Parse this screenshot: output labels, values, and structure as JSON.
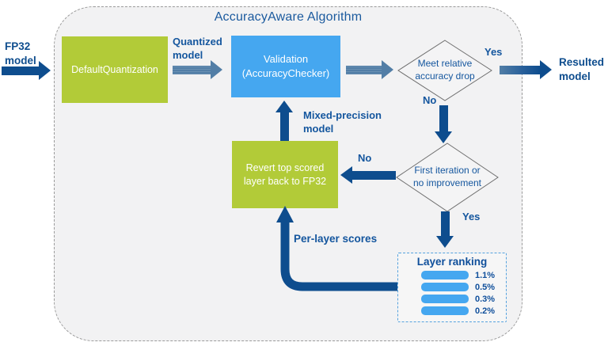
{
  "title": "AccuracyAware Algorithm",
  "io": {
    "fp32_model": {
      "line1": "FP32",
      "line2": "model"
    },
    "resulted_model": {
      "line1": "Resulted",
      "line2": "model"
    }
  },
  "nodes": {
    "default_quantization": {
      "label": "DefaultQuantization"
    },
    "validation": {
      "line1": "Validation",
      "line2": "(AccuracyChecker)"
    },
    "revert": {
      "line1": "Revert top scored",
      "line2": "layer back to FP32"
    },
    "decision_accuracy": {
      "line1": "Meet relative",
      "line2": "accuracy drop"
    },
    "decision_iteration": {
      "line1": "First iteration or",
      "line2": "no improvement"
    }
  },
  "edge_labels": {
    "quantized_model": {
      "line1": "Quantized",
      "line2": "model"
    },
    "mixed_precision": {
      "line1": "Mixed-precision",
      "line2": "model"
    },
    "per_layer_scores": "Per-layer scores",
    "yes_accuracy": "Yes",
    "no_accuracy": "No",
    "yes_iteration": "Yes",
    "no_iteration": "No"
  },
  "layer_ranking": {
    "title": "Layer ranking",
    "bars": [
      {
        "value": "1.1%"
      },
      {
        "value": "0.5%"
      },
      {
        "value": "0.3%"
      },
      {
        "value": "0.2%"
      }
    ]
  },
  "colors": {
    "navy_arrow": "#0e4d8e",
    "steel_arrow": "#527ea6",
    "label_blue": "#14569e",
    "title_blue": "#1b5a9e",
    "box_green": "#b2cb38",
    "box_light_blue": "#45a7f0",
    "container_bg": "#f2f2f3",
    "container_border": "#9b9b9b",
    "ranking_border": "#55a2de",
    "diamond_border": "#6f6f6f"
  }
}
